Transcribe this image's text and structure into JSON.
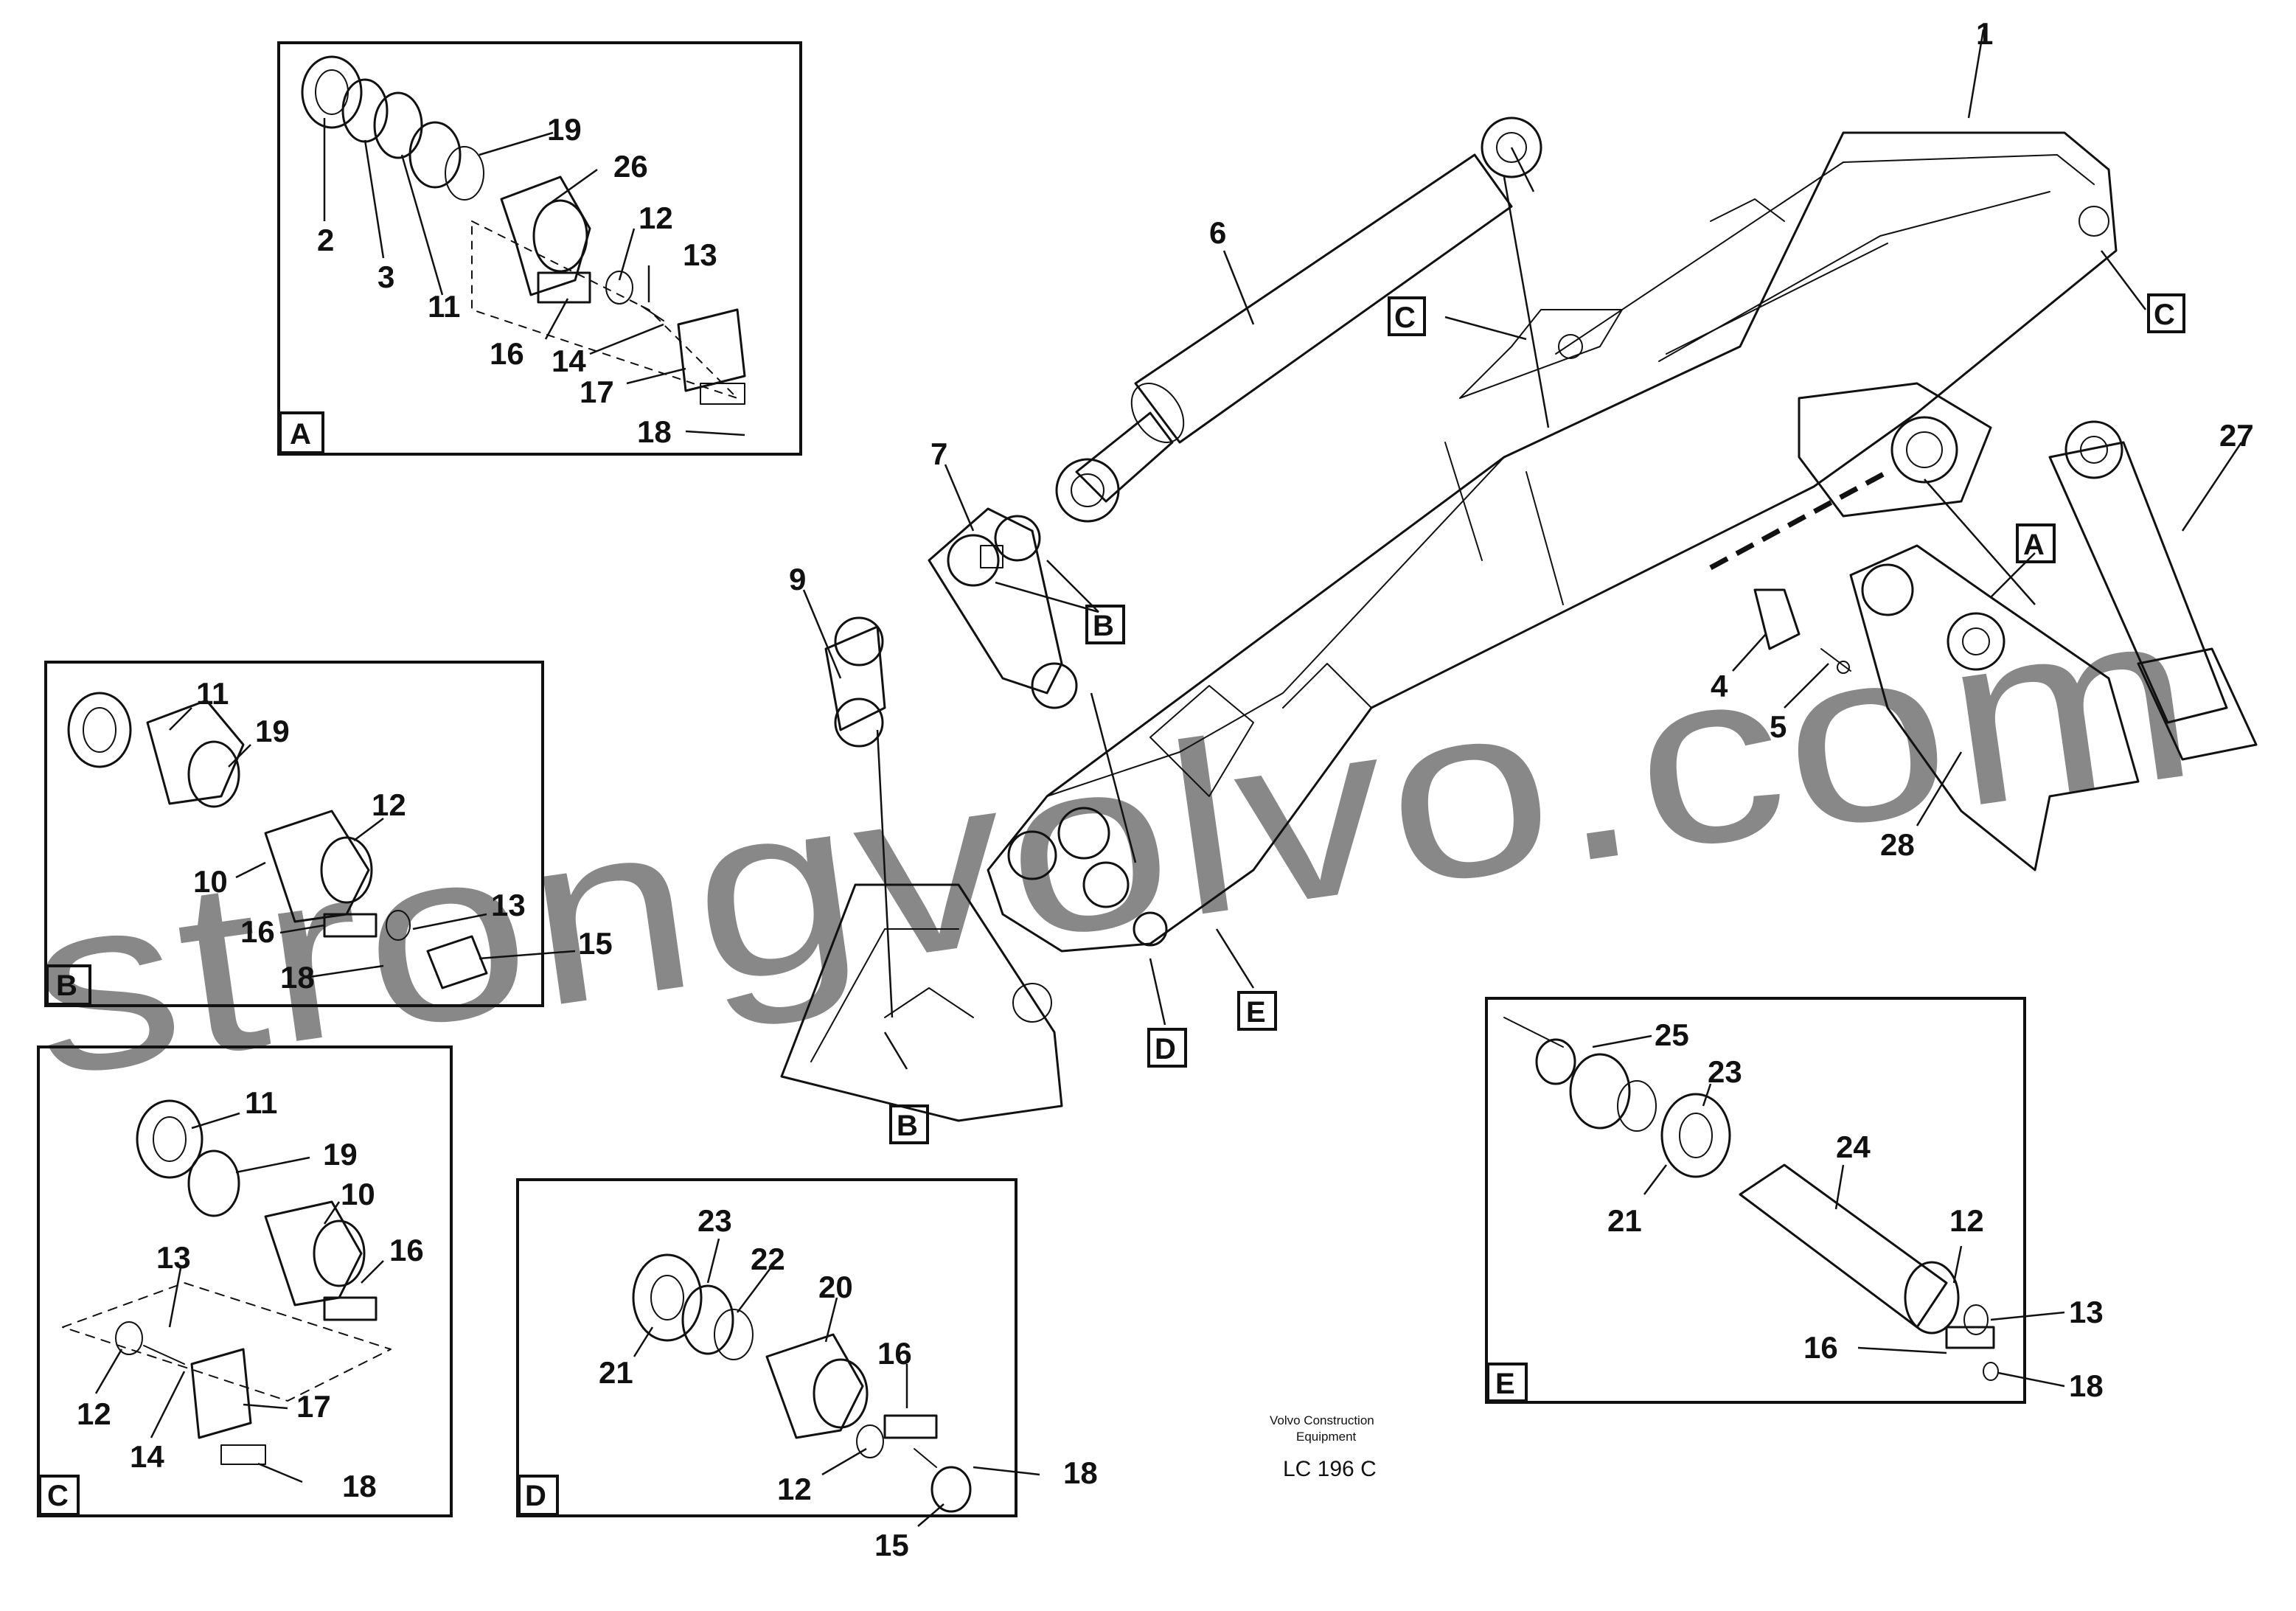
{
  "detail_views": {
    "A": {
      "label": "A",
      "callouts": [
        "19",
        "26",
        "2",
        "3",
        "11",
        "12",
        "13",
        "16",
        "14",
        "17",
        "18"
      ]
    },
    "B": {
      "label": "B",
      "callouts": [
        "11",
        "19",
        "12",
        "10",
        "16",
        "18",
        "13",
        "15"
      ]
    },
    "C": {
      "label": "C",
      "callouts": [
        "11",
        "19",
        "10",
        "16",
        "13",
        "12",
        "14",
        "17",
        "18"
      ]
    },
    "D": {
      "label": "D",
      "callouts": [
        "23",
        "22",
        "20",
        "16",
        "21",
        "12",
        "18",
        "15"
      ]
    },
    "E": {
      "label": "E",
      "callouts": [
        "25",
        "23",
        "24",
        "21",
        "12",
        "13",
        "16",
        "18"
      ]
    }
  },
  "main_view": {
    "callouts": [
      "1",
      "6",
      "7",
      "9",
      "4",
      "5",
      "27",
      "28"
    ],
    "view_markers": [
      "C",
      "C",
      "B",
      "A",
      "B",
      "D",
      "E"
    ]
  },
  "footer": {
    "company_line1": "Volvo Construction",
    "company_line2": "Equipment",
    "drawing_code": "LC 196 C"
  },
  "watermark": {
    "text": "strongvolvo.com",
    "color": "#e07a7a"
  }
}
